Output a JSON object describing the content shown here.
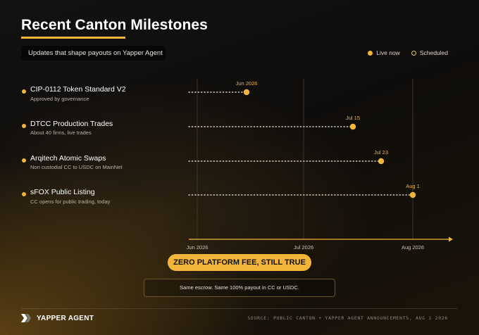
{
  "header": {
    "title": "Recent Canton Milestones",
    "subtitle": "Updates that shape payouts on Yapper Agent"
  },
  "legend": {
    "live": "Live now",
    "scheduled": "Scheduled"
  },
  "milestones": [
    {
      "title": "CIP-0112 Token Standard V2",
      "desc": "Approved by governance",
      "date_label": "Jun 2026",
      "status": "live"
    },
    {
      "title": "DTCC Production Trades",
      "desc": "About 40 firms, live trades",
      "date_label": "Jul 15",
      "status": "live"
    },
    {
      "title": "Arqitech Atomic Swaps",
      "desc": "Non custodial CC to USDC on MainNet",
      "date_label": "Jul 23",
      "status": "live"
    },
    {
      "title": "sFOX Public Listing",
      "desc": "CC opens for public trading, today",
      "date_label": "Aug 1",
      "status": "live"
    }
  ],
  "axis": {
    "ticks": [
      "Jun 2026",
      "Jul 2026",
      "Aug 2026"
    ]
  },
  "cta": "ZERO PLATFORM FEE, STILL TRUE",
  "note": "Same escrow. Same 100% payout in CC or USDC.",
  "footer": {
    "brand": "YAPPER AGENT",
    "source": "SOURCE: PUBLIC CANTON + YAPPER AGENT ANNOUNCEMENTS, AUG 1 2026"
  },
  "colors": {
    "accent": "#f2b53a",
    "background": "#110f0d",
    "muted_text": "#b9b2a6"
  }
}
